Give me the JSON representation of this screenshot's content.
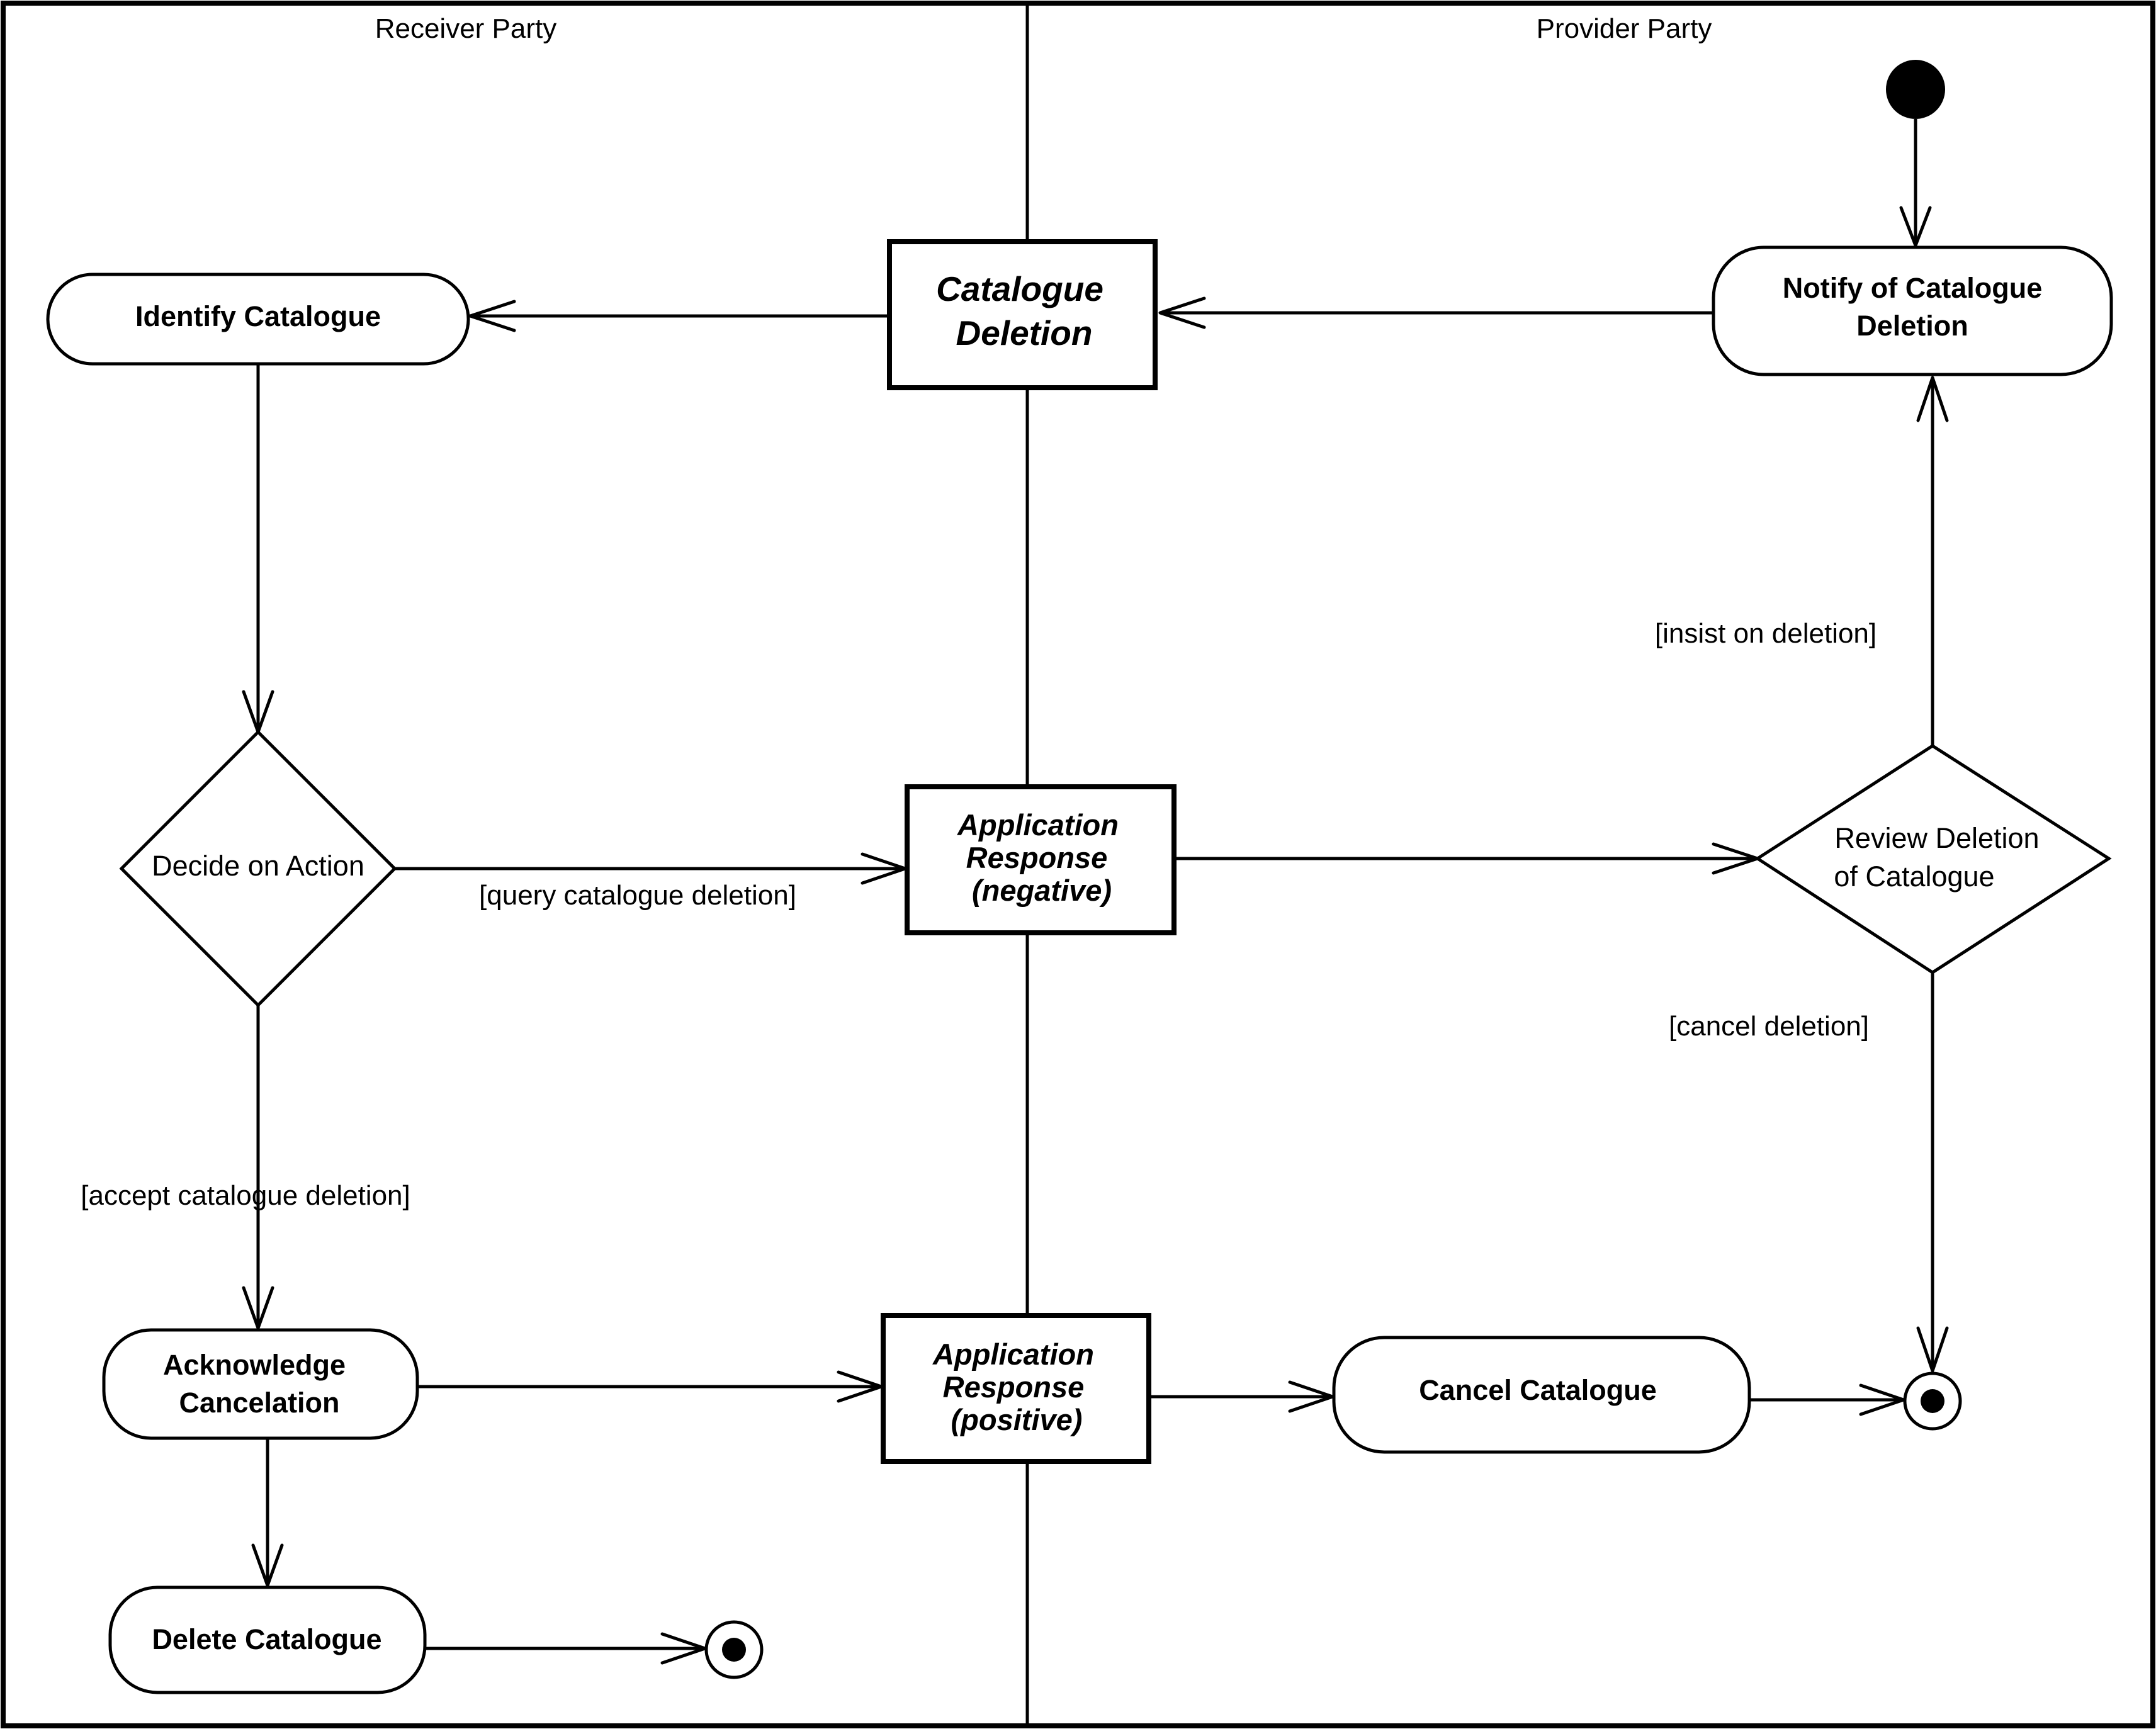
{
  "swimlanes": {
    "left_title": "Receiver Party",
    "right_title": "Provider Party"
  },
  "actions": {
    "identify_catalogue": "Identify Catalogue",
    "notify_line1": "Notify of Catalogue",
    "notify_line2": "Deletion",
    "acknowledge_line1": "Acknowledge",
    "acknowledge_line2": "Cancelation",
    "delete_catalogue": "Delete Catalogue",
    "cancel_catalogue": "Cancel Catalogue"
  },
  "objects": {
    "catalogue_deletion_line1": "Catalogue",
    "catalogue_deletion_line2": "Deletion",
    "app_resp_neg_line1": "Application",
    "app_resp_neg_line2": "Response",
    "app_resp_neg_line3": "(negative)",
    "app_resp_pos_line1": "Application",
    "app_resp_pos_line2": "Response",
    "app_resp_pos_line3": "(positive)"
  },
  "decisions": {
    "decide_on_action": "Decide on Action",
    "review_line1": "Review Deletion",
    "review_line2": "of Catalogue"
  },
  "guards": {
    "query_catalogue_deletion": "[query catalogue deletion]",
    "accept_catalogue_deletion": "[accept catalogue deletion]",
    "insist_on_deletion": "[insist on deletion]",
    "cancel_deletion": "[cancel deletion]"
  }
}
